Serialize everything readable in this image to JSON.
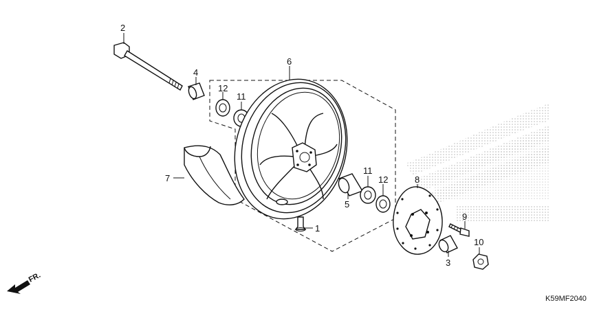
{
  "callouts": {
    "c1": "1",
    "c2": "2",
    "c3": "3",
    "c4": "4",
    "c5": "5",
    "c6": "6",
    "c7": "7",
    "c8": "8",
    "c9": "9",
    "c10": "10",
    "c11a": "11",
    "c11b": "11",
    "c12a": "12",
    "c12b": "12"
  },
  "diagram_code": "K59MF2040",
  "direction_label": "FR.",
  "icons": {
    "direction": "front-direction-arrow-icon",
    "watermark": "wing-logo-watermark"
  },
  "colors": {
    "line": "#111111",
    "watermark": "#b8b8b8"
  }
}
